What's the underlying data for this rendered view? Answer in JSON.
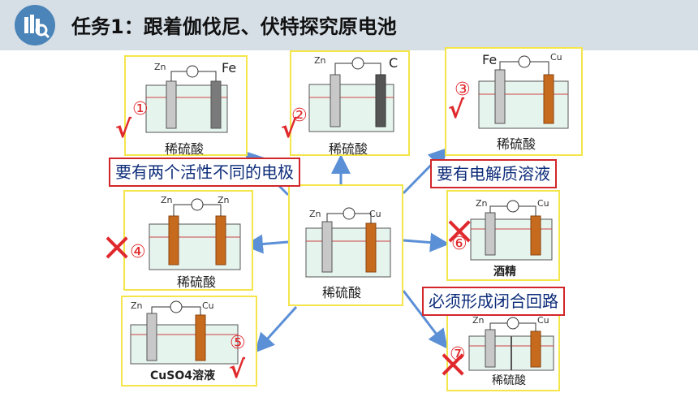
{
  "header": {
    "title": "任务1：跟着伽伐尼、伏特探究原电池"
  },
  "center": {
    "left": "Zn",
    "right": "Cu",
    "solution": "稀硫酸"
  },
  "panels": [
    {
      "num": "①",
      "left": "Zn",
      "right": "Fe",
      "solution": "稀硫酸",
      "result": "√"
    },
    {
      "num": "②",
      "left": "Zn",
      "right": "C",
      "solution": "稀硫酸",
      "result": "√"
    },
    {
      "num": "③",
      "left": "Fe",
      "right": "Cu",
      "solution": "稀硫酸",
      "result": "√"
    },
    {
      "num": "④",
      "left": "Zn",
      "right": "Zn",
      "solution": "稀硫酸",
      "result": "×"
    },
    {
      "num": "⑤",
      "left": "Zn",
      "right": "Cu",
      "solution": "CuSO4溶液",
      "result": "√"
    },
    {
      "num": "⑥",
      "left": "Zn",
      "right": "Cu",
      "solution": "酒精",
      "result": "×"
    },
    {
      "num": "⑦",
      "left": "Zn",
      "right": "Cu",
      "solution": "稀硫酸",
      "result": "×"
    }
  ],
  "callouts": {
    "electrodes": "要有两个活性不同的电极",
    "electrolyte": "要有电解质溶液",
    "circuit": "必须形成闭合回路"
  },
  "colors": {
    "accent": "#d2262a",
    "arrow": "#5b8fd6",
    "panel_border": "#f4e54b",
    "copper": "#c66a1e"
  }
}
